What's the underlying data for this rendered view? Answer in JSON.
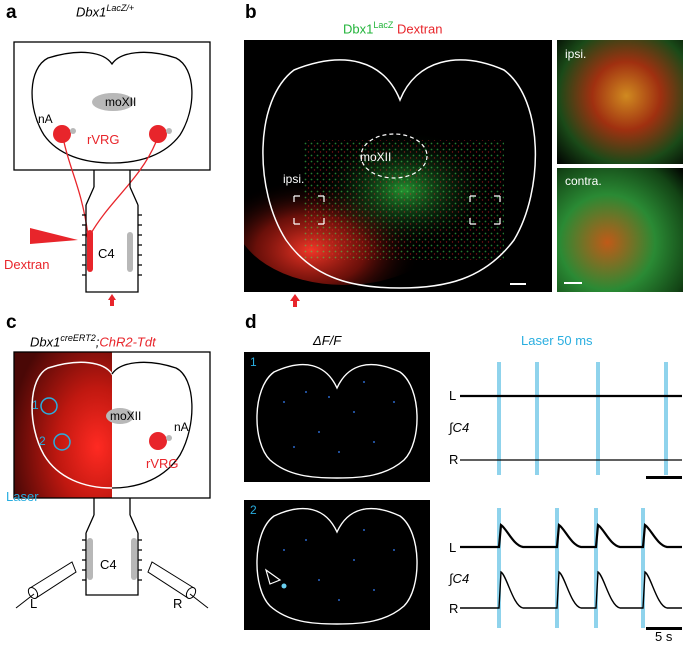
{
  "panels": {
    "a": {
      "letter": "a",
      "title_main": "Dbx1",
      "title_sup": "LacZ/+",
      "labels": {
        "moxii": "moXII",
        "na": "nA",
        "rvrg": "rVRG",
        "c4": "C4",
        "dextran": "Dextran"
      }
    },
    "b": {
      "letter": "b",
      "title_green": "Dbx1",
      "title_green_sup": "LacZ",
      "title_red": "Dextran",
      "labels": {
        "moxii": "moXII",
        "ipsi": "ipsi.",
        "inset_ipsi": "ipsi.",
        "inset_contra": "contra."
      }
    },
    "c": {
      "letter": "c",
      "title_main": "Dbx1",
      "title_sup": "creERT2",
      "title_sep": ";",
      "title_red": "ChR2-Tdt",
      "labels": {
        "region1": "1",
        "region2": "2",
        "moxii": "moXII",
        "na": "nA",
        "rvrg": "rVRG",
        "laser": "Laser",
        "c4": "C4",
        "left": "L",
        "right": "R"
      }
    },
    "d": {
      "letter": "d",
      "dff_label": "ΔF/F",
      "laser_label": "Laser 50 ms",
      "img1_num": "1",
      "img2_num": "2",
      "trace_labels": {
        "l1": "L",
        "c4_1": "∫C4",
        "r1": "R",
        "l2": "L",
        "c4_2": "∫C4",
        "r2": "R"
      },
      "scale_label": "5 s"
    }
  },
  "colors": {
    "red": "#e8252b",
    "green": "#22b43a",
    "cyan": "#29aee0",
    "laser_bar": "#8fd3ec",
    "gray": "#b8b8b8"
  }
}
